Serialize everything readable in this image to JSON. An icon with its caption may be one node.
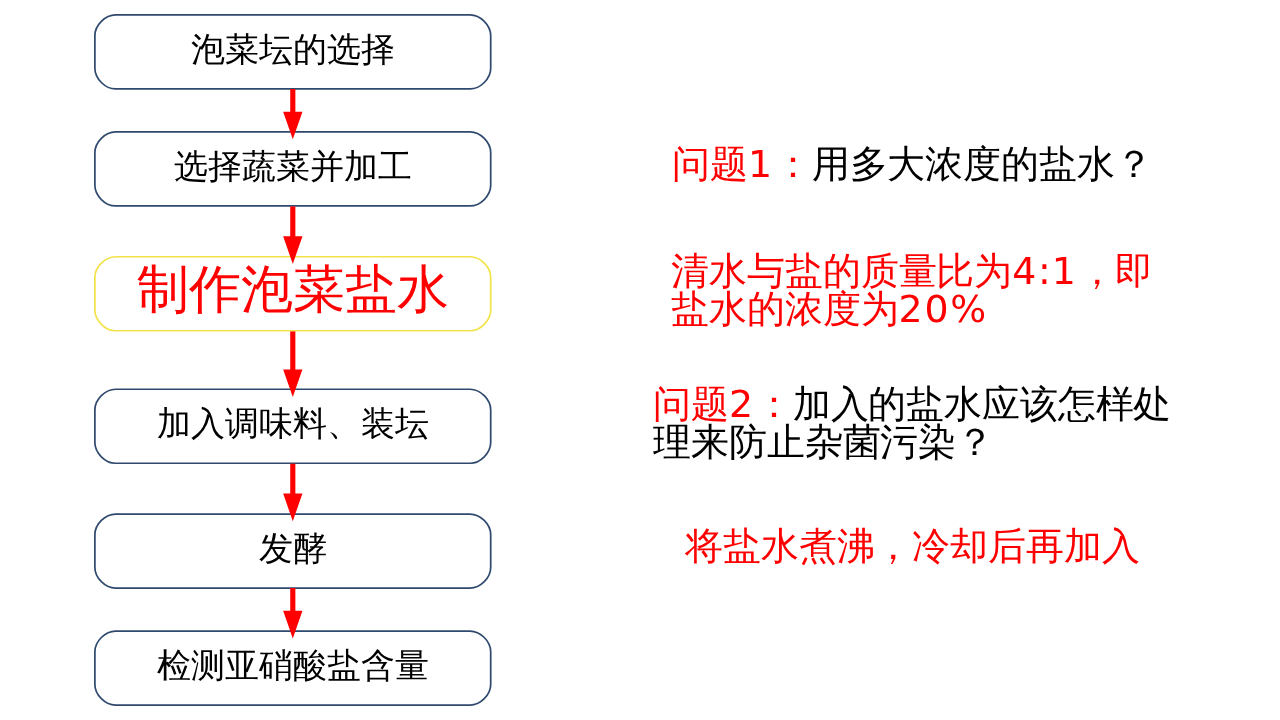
{
  "diagram": {
    "nodes": [
      {
        "text": [
          "泡菜坛的选择"
        ]
      },
      {
        "text": [
          "选择蔬菜并加工"
        ]
      },
      {
        "text": [
          "制作泡菜盐水"
        ]
      },
      {
        "text": [
          "加入调味料、装坛"
        ]
      },
      {
        "text": [
          "发酵"
        ]
      },
      {
        "text": [
          "检测亚硝酸盐含量"
        ]
      }
    ],
    "edges": [
      {
        "from": 0,
        "to": 1,
        "arrow": "to"
      },
      {
        "from": 1,
        "to": 2,
        "arrow": "to"
      },
      {
        "from": 2,
        "to": 3,
        "arrow": "to"
      },
      {
        "from": 3,
        "to": 4,
        "arrow": "to"
      },
      {
        "from": 4,
        "to": 5,
        "arrow": "to"
      }
    ],
    "labels": [
      "问题1：用多大浓度的盐水？",
      "清水与盐的质量比为4:1，即盐水的浓度为20%",
      "问题2：加入的盐水应该怎样处理来防止杂菌污染？",
      "将盐水煮沸，冷却后再加入"
    ]
  }
}
